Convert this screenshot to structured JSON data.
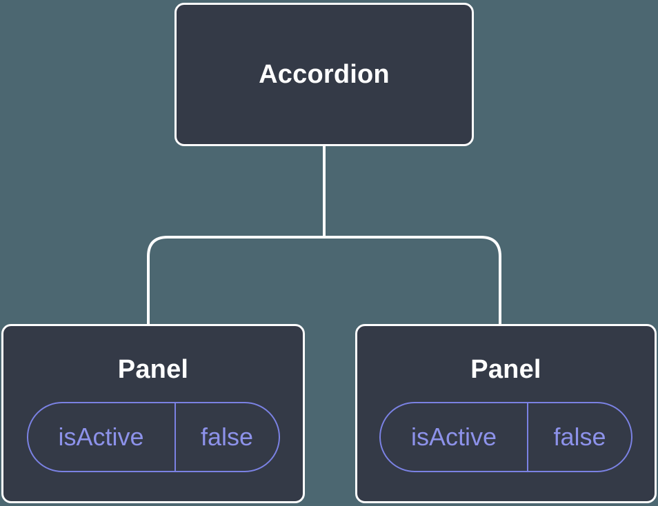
{
  "colors": {
    "background": "#4c6771",
    "node_fill": "#343a47",
    "node_border": "#ffffff",
    "connector": "#ffffff",
    "accent_border": "#7b82e4",
    "accent_text": "#8d92ea",
    "title_text": "#ffffff"
  },
  "tree": {
    "root": {
      "label": "Accordion"
    },
    "children": [
      {
        "label": "Panel",
        "state": {
          "key": "isActive",
          "value": "false"
        }
      },
      {
        "label": "Panel",
        "state": {
          "key": "isActive",
          "value": "false"
        }
      }
    ]
  }
}
